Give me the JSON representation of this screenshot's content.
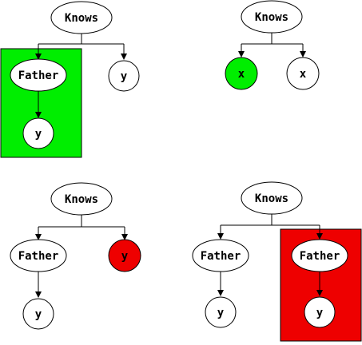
{
  "colors": {
    "highlight_match": "#00ee00",
    "highlight_mismatch": "#ee0000",
    "node_fill": "#ffffff",
    "stroke": "#000000"
  },
  "panels": [
    {
      "root": "Knows",
      "left": "Father",
      "left_child": "y",
      "right": "y",
      "highlight": "match-box"
    },
    {
      "root": "Knows",
      "left": "x",
      "right": "x",
      "highlight": "left-node"
    },
    {
      "root": "Knows",
      "left": "Father",
      "left_child": "y",
      "right": "y",
      "highlight": "right-node"
    },
    {
      "root": "Knows",
      "left": "Father",
      "left_child": "y",
      "right": "Father",
      "right_child": "y",
      "highlight": "mismatch-box"
    }
  ]
}
